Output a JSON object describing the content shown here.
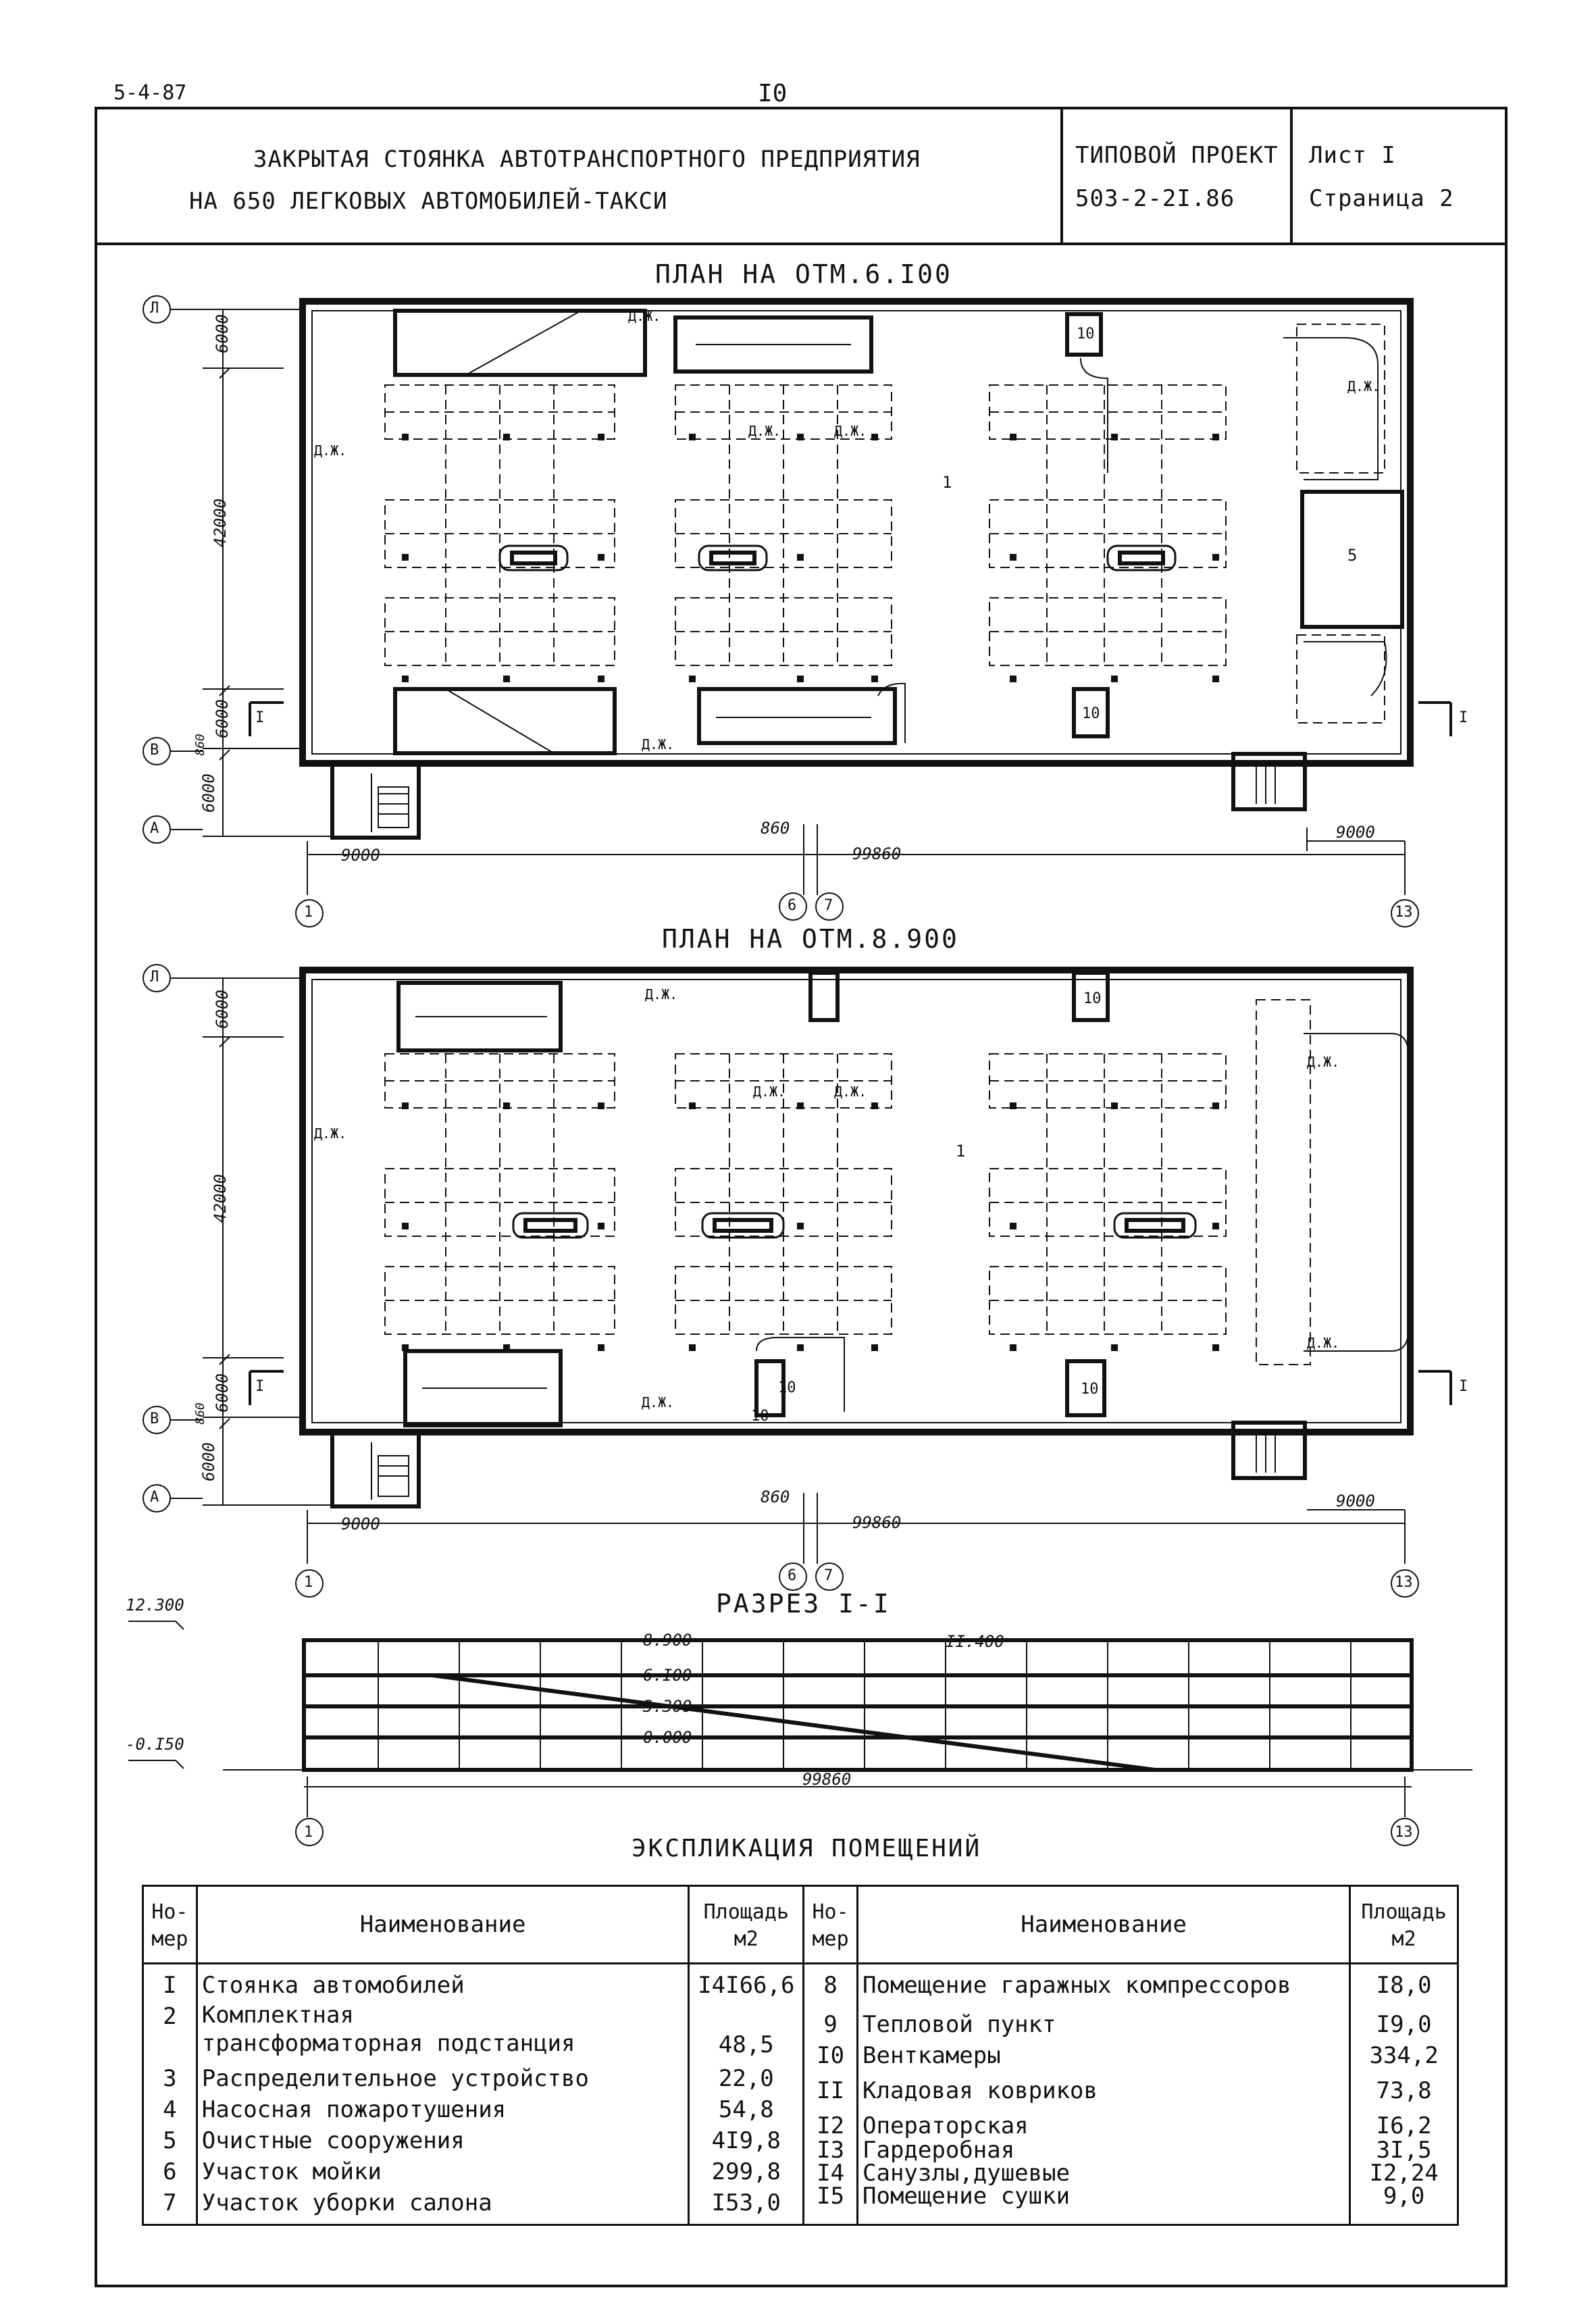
{
  "top": {
    "code": "5-4-87",
    "page": "I0"
  },
  "header": {
    "title_line1": "ЗАКРЫТАЯ СТОЯНКА АВТОТРАНСПОРТНОГО ПРЕДПРИЯТИЯ",
    "title_line2": "НА 650 ЛЕГКОВЫХ АВТОМОБИЛЕЙ-ТАКСИ",
    "project_label": "ТИПОВОЙ ПРОЕКТ",
    "project_number": "503-2-2I.86",
    "sheet": "Лист I",
    "page": "Страница 2"
  },
  "plan1": {
    "title": "ПЛАН НА ОТМ.6.I00",
    "axes": {
      "a_top": "Л",
      "b": "В",
      "a_bottom": "А",
      "left": "1",
      "mid1": "6",
      "mid2": "7",
      "right": "13"
    },
    "dims": {
      "d6000a": "6000",
      "d42000": "42000",
      "d6000b": "6000",
      "d860": "860",
      "d6000c": "6000",
      "d9000l": "9000",
      "d860m": "860",
      "total": "99860",
      "d9000r": "9000"
    },
    "rooms": {
      "r1": "1",
      "r5": "5",
      "r10a": "10",
      "r10b": "10"
    },
    "labels": {
      "dzh": "Д.Ж.",
      "section": "I",
      "section_r": "I"
    }
  },
  "plan2": {
    "title": "ПЛАН НА ОТМ.8.900",
    "axes": {
      "a_top": "Л",
      "b": "В",
      "a_bottom": "А",
      "left": "1",
      "mid1": "6",
      "mid2": "7",
      "right": "13"
    },
    "dims": {
      "d6000a": "6000",
      "d42000": "42000",
      "d6000b": "6000",
      "d860": "860",
      "d6000c": "6000",
      "d9000l": "9000",
      "d860m": "860",
      "total": "99860",
      "d9000r": "9000"
    },
    "rooms": {
      "r1": "1",
      "r10a": "10",
      "r10b": "10",
      "r10c": "10",
      "r10d": "10"
    },
    "labels": {
      "dzh": "Д.Ж.",
      "section": "I",
      "section_r": "I"
    }
  },
  "section": {
    "title": "РАЗРЕЗ I-I",
    "marks": {
      "m12300": "12.300",
      "m8900": "8.900",
      "m6100": "6.I00",
      "m3300": "3.300",
      "m0000": "0.000",
      "m11400": "II.400",
      "m0150": "-0.I50"
    },
    "total": "99860",
    "axes": {
      "left": "1",
      "right": "13"
    }
  },
  "explication": {
    "title": "ЭКСПЛИКАЦИЯ ПОМЕЩЕНИЙ",
    "headers": {
      "num": "Но-\nмер",
      "name": "Наименование",
      "area": "Площадь\nм2"
    },
    "left": [
      {
        "n": "I",
        "name": "Стоянка автомобилей",
        "area": "I4I66,6"
      },
      {
        "n": "2",
        "name": "Комплектная трансформаторная подстанция",
        "area": "48,5"
      },
      {
        "n": "3",
        "name": "Распределительное устройство",
        "area": "22,0"
      },
      {
        "n": "4",
        "name": "Насосная пожаротушения",
        "area": "54,8"
      },
      {
        "n": "5",
        "name": "Очистные сооружения",
        "area": "4I9,8"
      },
      {
        "n": "6",
        "name": "Участок мойки",
        "area": "299,8"
      },
      {
        "n": "7",
        "name": "Участок уборки салона",
        "area": "I53,0"
      }
    ],
    "right": [
      {
        "n": "8",
        "name": "Помещение гаражных компрессоров",
        "area": "I8,0"
      },
      {
        "n": "9",
        "name": "Тепловой пункт",
        "area": "I9,0"
      },
      {
        "n": "I0",
        "name": "Венткамеры",
        "area": "334,2"
      },
      {
        "n": "II",
        "name": "Кладовая ковриков",
        "area": "73,8"
      },
      {
        "n": "I2",
        "name": "Операторская",
        "area": "I6,2"
      },
      {
        "n": "I3",
        "name": "Гардеробная",
        "area": "3I,5"
      },
      {
        "n": "I4",
        "name": "Санузлы,душевые",
        "area": "I2,24"
      },
      {
        "n": "I5",
        "name": "Помещение сушки",
        "area": "9,0"
      }
    ]
  }
}
